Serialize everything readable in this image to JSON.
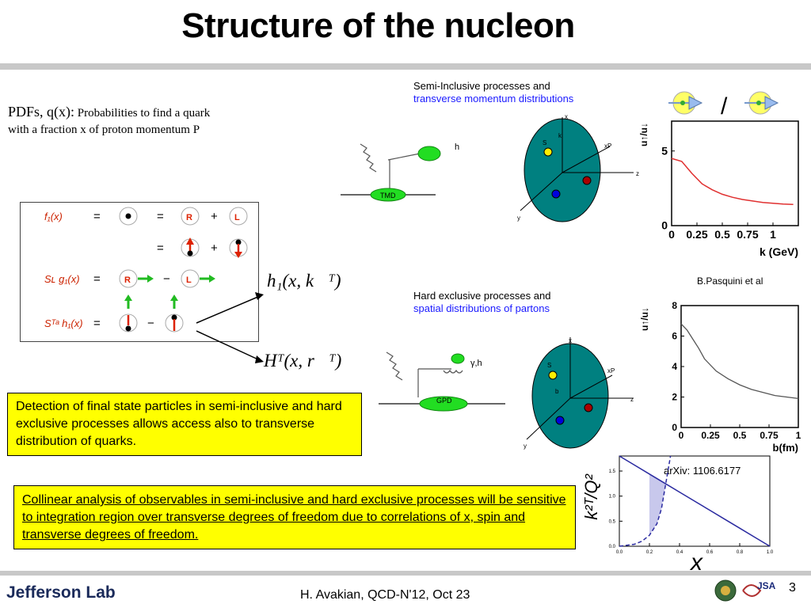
{
  "slide": {
    "title": "Structure of the nucleon",
    "page_number": "3",
    "footer": "H. Avakian, QCD-N'12,  Oct 23",
    "logo_text": "Jefferson Lab",
    "jsa_text": "JSA"
  },
  "pdf_text": {
    "lead": "PDFs, q(x):",
    "line1": "Probabilities to find a quark",
    "line2": "with a fraction x of proton momentum P"
  },
  "pdf_table": {
    "rows": [
      {
        "label": "f₁(x)",
        "eq": "=",
        "rhs": "=",
        "op": "+",
        "b1": "R",
        "b2": "L"
      },
      {
        "label": "",
        "eq": "",
        "rhs": "=",
        "op": "+",
        "b1": "",
        "b2": ""
      },
      {
        "label": "Sʟ g₁(x)",
        "eq": "=",
        "rhs": "",
        "op": "−",
        "b1": "R",
        "b2": "L"
      },
      {
        "label": "Sᵀᵃ h₁(x)",
        "eq": "=",
        "rhs": "",
        "op": "−",
        "b1": "",
        "b2": ""
      }
    ]
  },
  "formulas": {
    "h1": "h₁(x, k⃗ᵀ)",
    "HT": "Hᵀ(x, r⃗ᵀ)"
  },
  "sidis": {
    "line1": "Semi-Inclusive processes and",
    "line2": "transverse momentum distributions",
    "blob": "TMD",
    "h": "h",
    "axis_x": "x",
    "axis_y": "y",
    "axis_z": "z",
    "xP": "xP",
    "s": "S",
    "k": "k"
  },
  "hard": {
    "line1": "Hard exclusive processes and",
    "line2": "spatial distributions of partons",
    "blob": "GPD",
    "gamma_h": "γ,h",
    "axis_x": "x",
    "axis_y": "y",
    "axis_z": "z",
    "xP": "xP",
    "s": "S",
    "b": "b"
  },
  "detection_note": "Detection of final state particles in semi-inclusive and hard exclusive processes allows access also to transverse distribution of quarks.",
  "collinear_note": "Collinear analysis of observables in semi-inclusive and hard exclusive processes will be sensitive to integration region over transverse degrees of freedom due to correlations of x, spin and transverse degrees of freedom.",
  "references": {
    "pasquini": "B.Pasquini et al",
    "arxiv": "arXiv: 1106.6177",
    "slash": "/"
  },
  "chart_data": [
    {
      "type": "line",
      "title": "",
      "xlabel": "k (GeV)",
      "ylabel": "u↑/u↓",
      "xlim": [
        0,
        1.25
      ],
      "ylim": [
        0,
        7
      ],
      "xticks": [
        "0",
        "0.25",
        "0.5",
        "0.75",
        "1"
      ],
      "yticks": [
        "0",
        "5"
      ],
      "series": [
        {
          "x": [
            0,
            0.1,
            0.2,
            0.3,
            0.4,
            0.5,
            0.6,
            0.7,
            0.8,
            0.9,
            1.0,
            1.1,
            1.2
          ],
          "y": [
            4.5,
            4.3,
            3.5,
            2.8,
            2.4,
            2.1,
            1.9,
            1.75,
            1.65,
            1.55,
            1.5,
            1.45,
            1.42
          ]
        }
      ],
      "color": "#e03030"
    },
    {
      "type": "line",
      "title": "",
      "xlabel": "b(fm)",
      "ylabel": "u↑/u↓",
      "xlim": [
        0,
        1
      ],
      "ylim": [
        0,
        8
      ],
      "xticks": [
        "0",
        "0.25",
        "0.5",
        "0.75",
        "1"
      ],
      "yticks": [
        "0",
        "2",
        "4",
        "6",
        "8"
      ],
      "series": [
        {
          "x": [
            0,
            0.05,
            0.1,
            0.15,
            0.2,
            0.3,
            0.4,
            0.5,
            0.6,
            0.7,
            0.8,
            0.9,
            1.0
          ],
          "y": [
            6.8,
            6.4,
            5.8,
            5.2,
            4.5,
            3.7,
            3.2,
            2.8,
            2.5,
            2.3,
            2.1,
            2.0,
            1.9
          ]
        }
      ],
      "color": "#555555"
    },
    {
      "type": "area",
      "title": "",
      "xlabel": "x",
      "ylabel": "k²ᵀ/Q²",
      "xlim": [
        0,
        1
      ],
      "ylim": [
        0,
        1.8
      ],
      "xticks": [
        "0.0",
        "0.2",
        "0.4",
        "0.6",
        "0.8",
        "1.0"
      ],
      "yticks": [
        "0.0",
        "0.5",
        "1.0",
        "1.5"
      ],
      "series": [
        {
          "x": [
            0,
            0.1,
            0.2,
            0.3,
            0.4,
            0.5,
            0.6,
            0.7,
            0.8,
            0.9,
            1.0
          ],
          "y": [
            1.8,
            1.62,
            1.44,
            1.26,
            1.08,
            0.9,
            0.72,
            0.54,
            0.36,
            0.18,
            0.0
          ]
        },
        {
          "x": [
            0,
            0.1,
            0.15,
            0.2,
            0.25,
            0.28,
            0.3,
            0.32,
            0.34
          ],
          "y": [
            0.0,
            0.04,
            0.1,
            0.22,
            0.45,
            0.75,
            1.1,
            1.45,
            1.8
          ]
        }
      ],
      "color": "#2a2aa0",
      "fill": "#c8c8ec"
    }
  ],
  "colors": {
    "accent_yellow": "#ffff00",
    "tmd_green": "#22dd22",
    "proton_teal": "#008080",
    "rule_gray": "#c8c8c8"
  }
}
